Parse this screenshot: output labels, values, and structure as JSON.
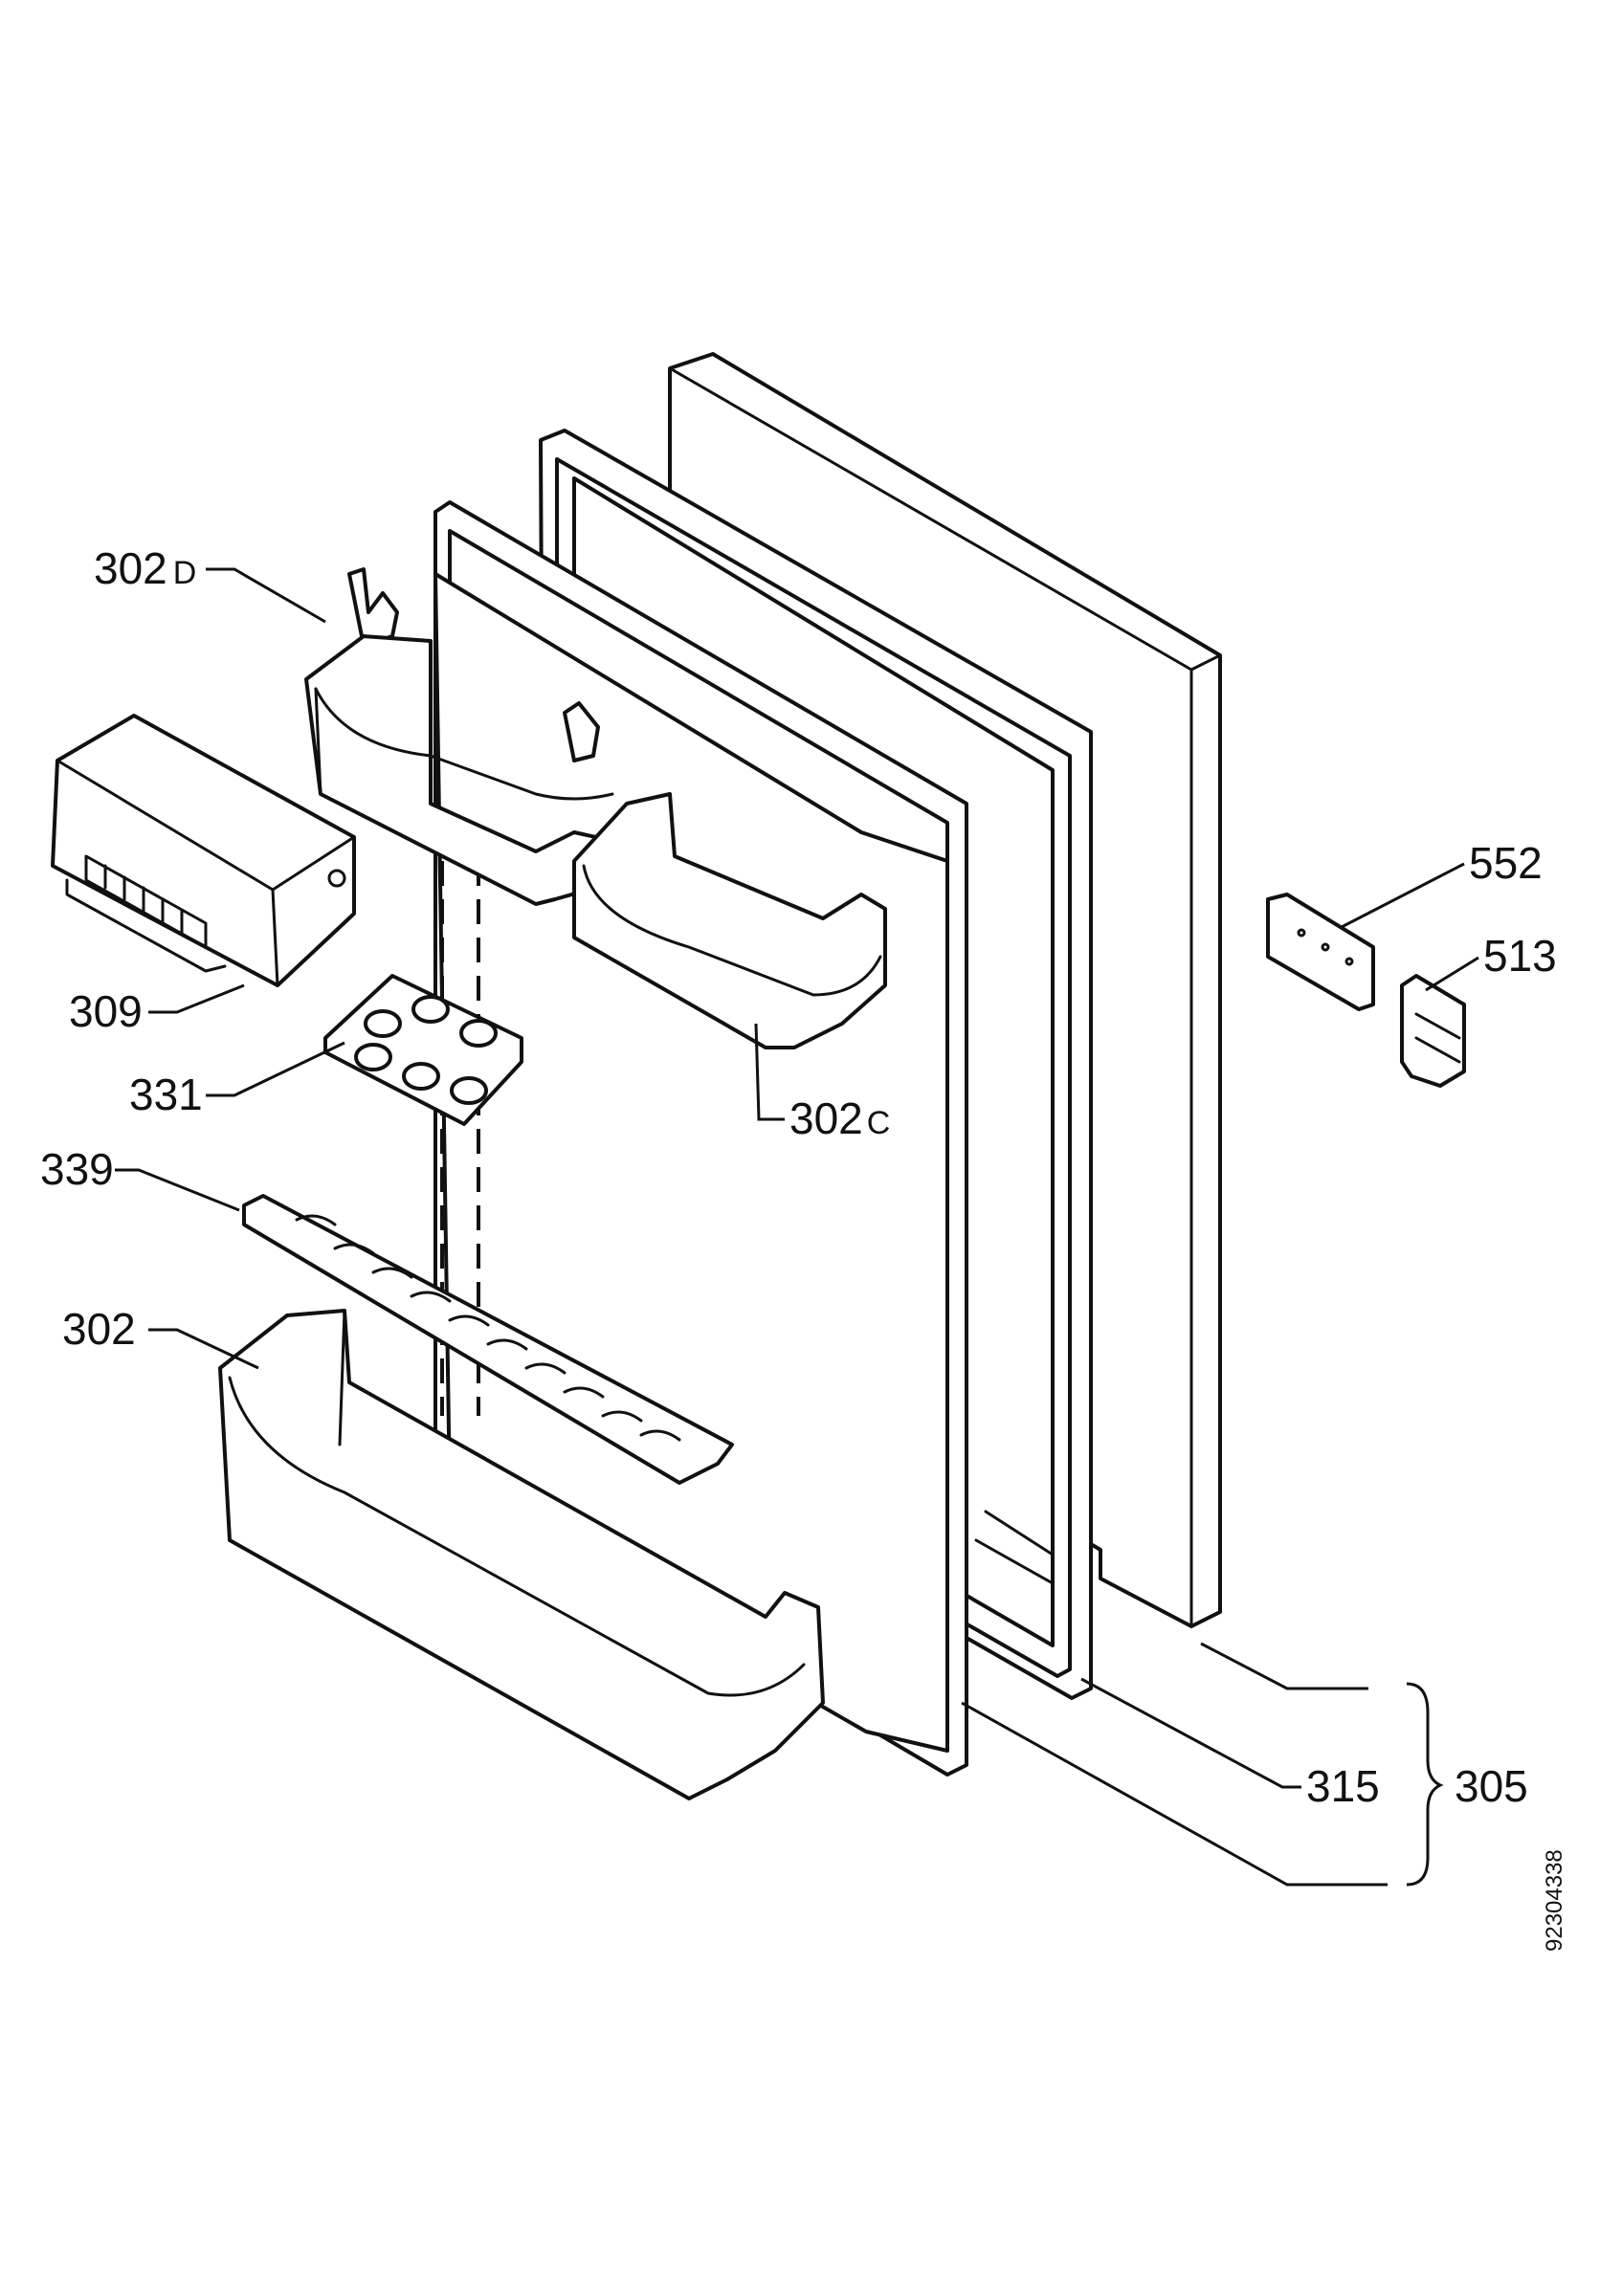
{
  "callouts": {
    "c302d": {
      "num": "302",
      "suffix": "D"
    },
    "c302c": {
      "num": "302",
      "suffix": "C"
    },
    "c552": "552",
    "c513": "513",
    "c309": "309",
    "c331": "331",
    "c339": "339",
    "c302": "302",
    "c315": "315",
    "c305": "305"
  },
  "drawing_code": "92304338"
}
